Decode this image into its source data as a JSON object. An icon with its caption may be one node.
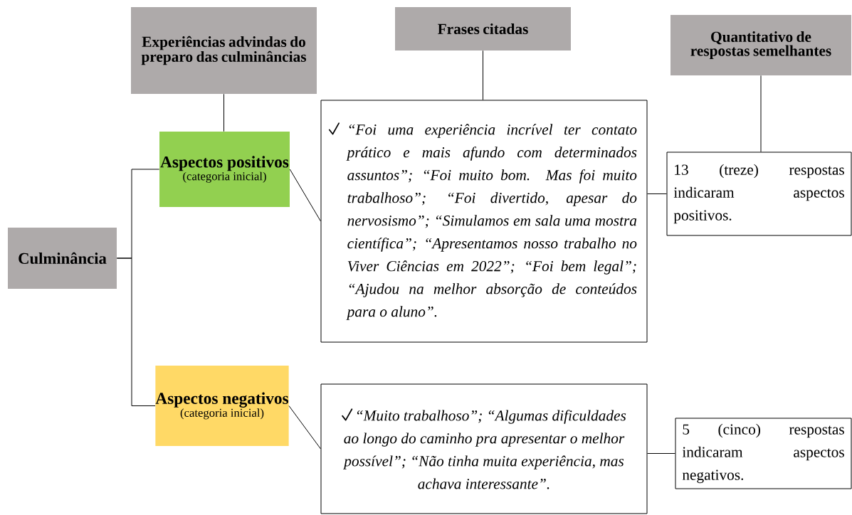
{
  "diagram": {
    "nodes": [
      {
        "text": [
          "Experiências advindas do preparo das culminâncias"
        ]
      },
      {
        "text": [
          "Frases citadas"
        ]
      },
      {
        "text": [
          "Quantitativo de respostas semelhantes"
        ]
      },
      {
        "text": [
          "Culminância"
        ]
      },
      {
        "text": [
          "Aspectos positivos",
          "(categoria inicial)"
        ]
      },
      {
        "text": [
          "“Foi uma experiência incrível ter contato prático e mais afundo com determinados assuntos”; “Foi muito bom. Mas foi muito trabalhoso”; “Foi divertido, apesar do nervosismo”; “Simulamos em sala uma mostra científica”; “Apresentamos nosso trabalho no Viver Ciências em 2022”; “Foi bem legal”; “Ajudou na melhor absorção de conteúdos para o aluno”."
        ]
      },
      {
        "text": [
          "13 (treze) respostas indicaram aspectos positivos."
        ]
      },
      {
        "text": [
          "Aspectos negativos",
          "(categoria inicial)"
        ]
      },
      {
        "text": [
          "“Muito trabalhoso”; “Algumas dificuldades ao longo do caminho pra apresentar o melhor possível”; “Não tinha muita experiência, mas achava interessante”."
        ]
      },
      {
        "text": [
          "5 (cinco) respostas indicaram aspectos negativos."
        ]
      }
    ],
    "edges": [
      {
        "from": 0,
        "to": 4,
        "arrow": "none"
      },
      {
        "from": 1,
        "to": 5,
        "arrow": "none"
      },
      {
        "from": 2,
        "to": 6,
        "arrow": "none"
      },
      {
        "from": 3,
        "to": 4,
        "arrow": "none"
      },
      {
        "from": 3,
        "to": 7,
        "arrow": "none"
      },
      {
        "from": 4,
        "to": 5,
        "arrow": "none"
      },
      {
        "from": 5,
        "to": 6,
        "arrow": "none"
      },
      {
        "from": 7,
        "to": 8,
        "arrow": "none"
      },
      {
        "from": 8,
        "to": 9,
        "arrow": "none"
      }
    ]
  }
}
